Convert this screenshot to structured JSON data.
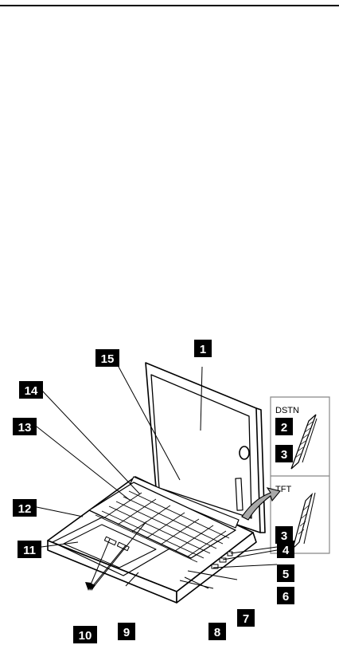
{
  "callouts": {
    "c1": "1",
    "c2": "2",
    "c3a": "3",
    "c3b": "3",
    "c4": "4",
    "c5": "5",
    "c6": "6",
    "c7": "7",
    "c8": "8",
    "c9": "9",
    "c10": "10",
    "c11": "11",
    "c12": "12",
    "c13": "13",
    "c14": "14",
    "c15": "15"
  },
  "inset": {
    "top_label": "DSTN",
    "bottom_label": "TFT"
  }
}
